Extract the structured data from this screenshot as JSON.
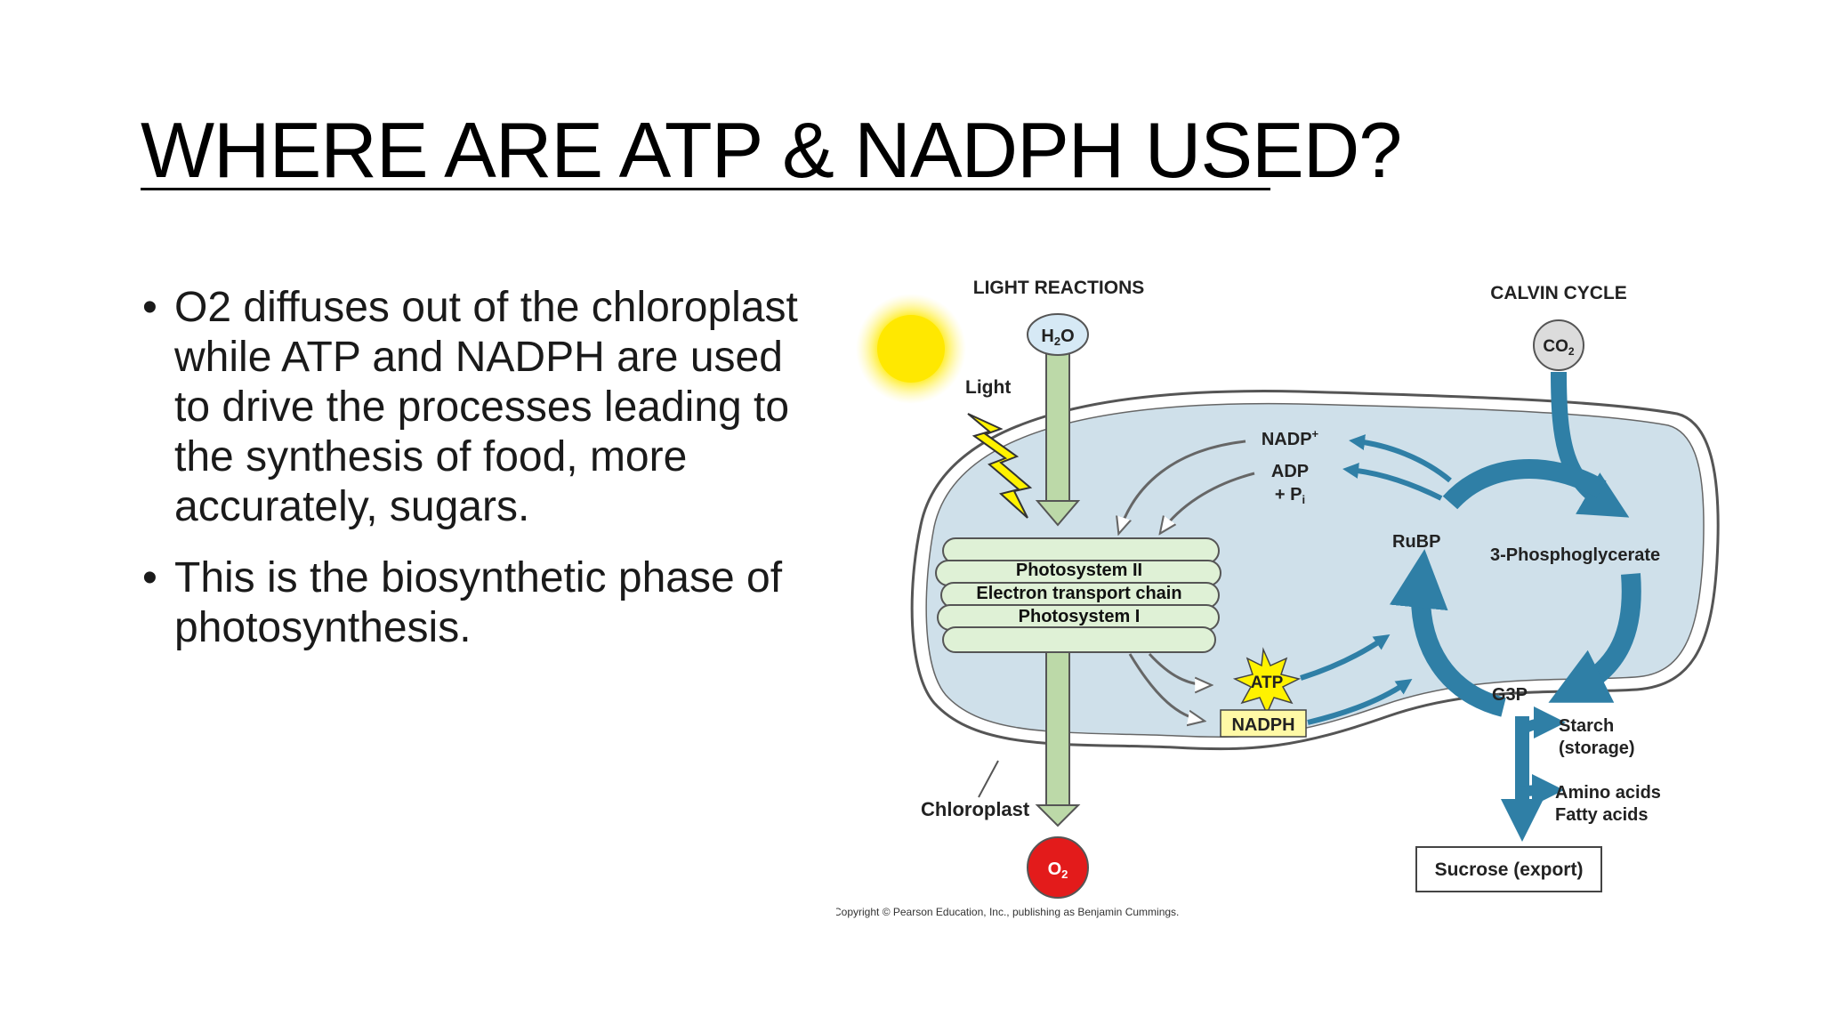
{
  "slide": {
    "title": "WHERE ARE ATP & NADPH USED?",
    "bullets": [
      "O2 diffuses out of the chloroplast while ATP and NADPH are used to drive the processes leading to the synthesis of food, more accurately, sugars.",
      "This is the biosynthetic phase of photosynthesis."
    ]
  },
  "diagram": {
    "light_reactions_label": "LIGHT REACTIONS",
    "calvin_cycle_label": "CALVIN CYCLE",
    "light_label": "Light",
    "h2o": "H",
    "h2o_sub": "2",
    "h2o_end": "O",
    "co2": "CO",
    "co2_sub": "2",
    "o2": "O",
    "o2_sub": "2",
    "nadp_plus": "NADP",
    "nadp_sup": "+",
    "adp": "ADP",
    "pi": "+ P",
    "pi_sub": "i",
    "photosystem_ii": "Photosystem II",
    "electron_transport_chain": "Electron transport chain",
    "photosystem_i": "Photosystem I",
    "atp": "ATP",
    "nadph": "NADPH",
    "rubp": "RuBP",
    "phosphoglycerate": "3-Phosphoglycerate",
    "g3p": "G3P",
    "starch_line1": "Starch",
    "starch_line2": "(storage)",
    "amino_acids": "Amino acids",
    "fatty_acids": "Fatty acids",
    "sucrose": "Sucrose (export)",
    "chloroplast_label": "Chloroplast",
    "copyright": "Copyright © Pearson Education, Inc., publishing as Benjamin Cummings.",
    "colors": {
      "chloroplast_fill": "#cfe0ea",
      "thylakoid_fill": "#dff1d6",
      "vertical_arrow": "#bcd9a8",
      "calvin_arrow": "#2f7fa6",
      "sun": "#ffe800",
      "o2_fill": "#e31b1b",
      "atp_fill": "#fff200",
      "nadph_fill": "#fff9a6"
    }
  }
}
